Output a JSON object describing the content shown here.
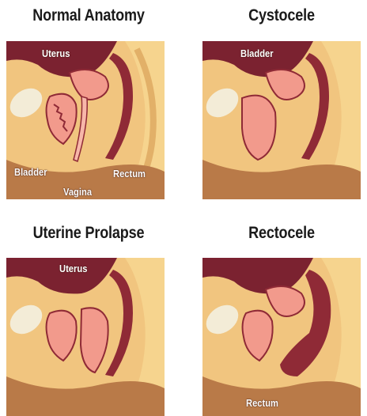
{
  "panels": [
    {
      "title": "Normal Anatomy",
      "labels": {
        "uterus": "Uterus",
        "bladder": "Bladder",
        "vagina": "Vagina",
        "rectum": "Rectum"
      }
    },
    {
      "title": "Cystocele",
      "labels": {
        "bladder": "Bladder"
      }
    },
    {
      "title": "Uterine Prolapse",
      "labels": {
        "uterus": "Uterus"
      }
    },
    {
      "title": "Rectocele",
      "labels": {
        "rectum": "Rectum"
      }
    }
  ],
  "colors": {
    "skin_bg": "#f1c57f",
    "fat_yellow": "#f6d48e",
    "tissue_brown": "#b97a48",
    "abdomen_dark": "#7b2230",
    "organ_pink": "#f29a8c",
    "organ_pink_light": "#f7b7a9",
    "organ_maroon": "#8f2a36",
    "bone": "#f3ecd7",
    "outline": "#5a1a20"
  }
}
